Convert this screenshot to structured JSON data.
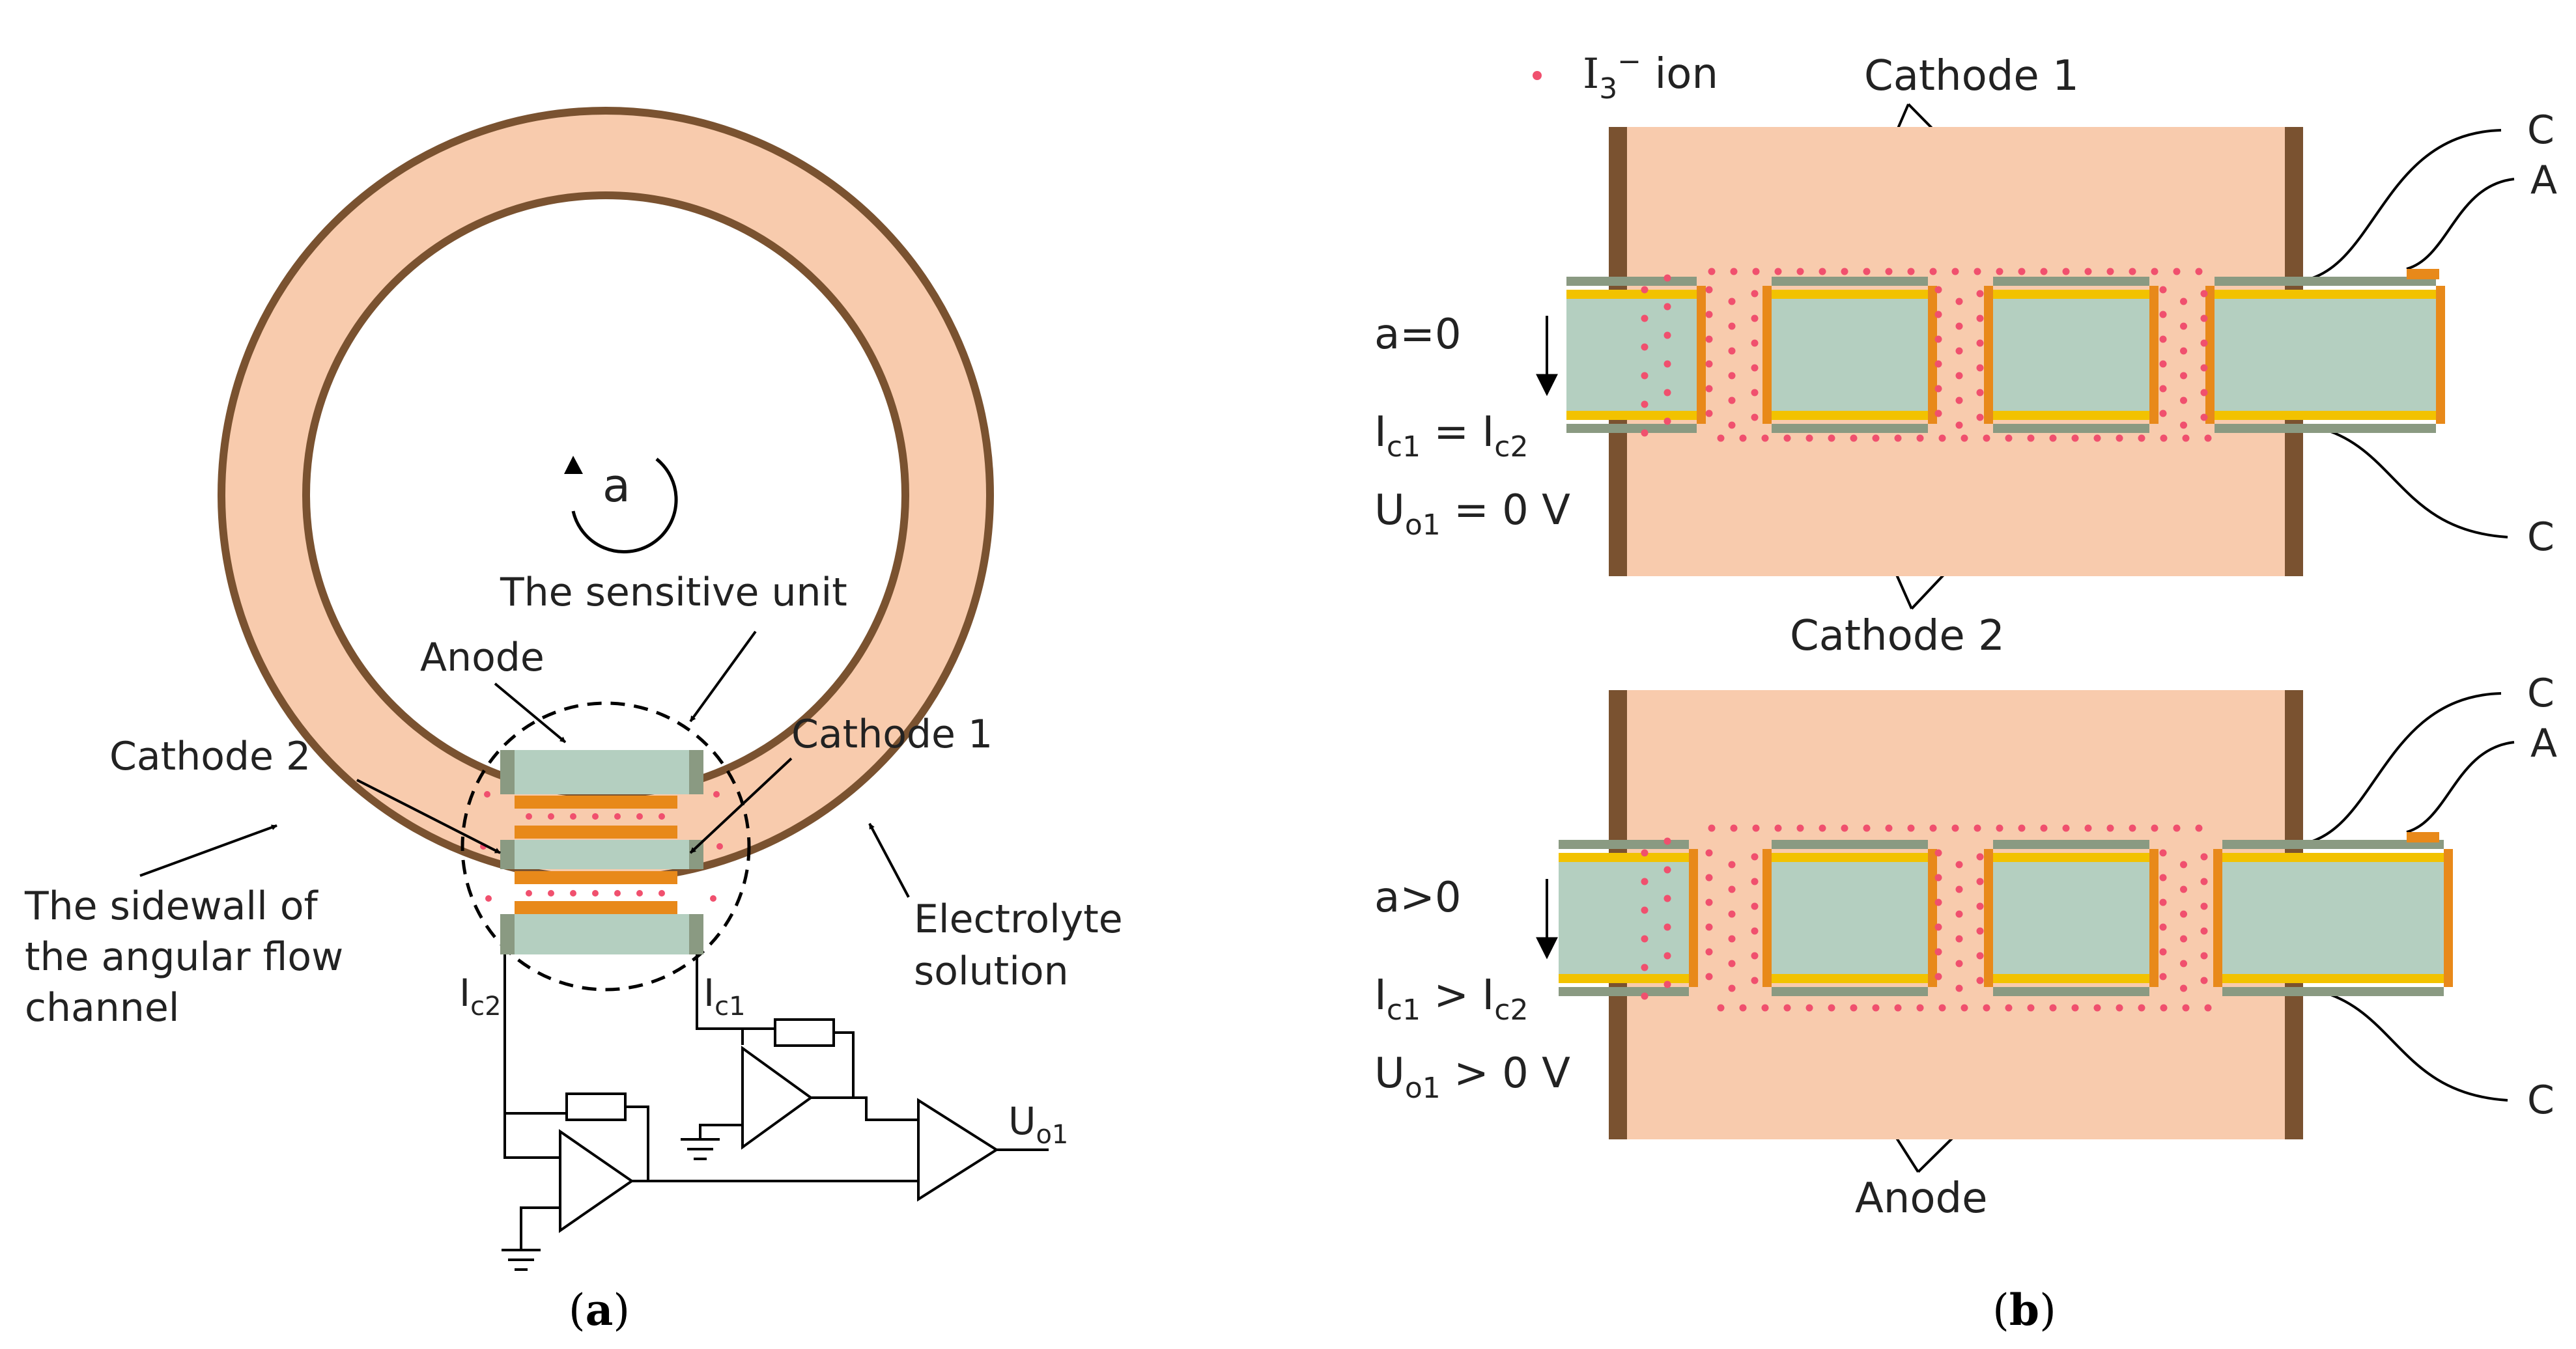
{
  "panel_a": {
    "caption_letter": "a",
    "rotation_label": "a",
    "sensitive_unit": "The sensitive unit",
    "anode": "Anode",
    "cathode1": "Cathode 1",
    "cathode2": "Cathode 2",
    "sidewall_line1": "The sidewall of",
    "sidewall_line2": "the angular flow",
    "sidewall_line3": "channel",
    "electrolyte_line1": "Electrolyte",
    "electrolyte_line2": "solution",
    "ic1": {
      "main": "I",
      "sub": "c1"
    },
    "ic2": {
      "main": "I",
      "sub": "c2"
    },
    "uo1": {
      "main": "U",
      "sub": "o1"
    }
  },
  "panel_b": {
    "caption_letter": "b",
    "legend": {
      "main": "I",
      "sub": "3",
      "sup": "−",
      "rest": " ion"
    },
    "cathode1": "Cathode 1",
    "cathode2": "Cathode 2",
    "anode": "Anode",
    "terminal_c": "C",
    "terminal_a": "A",
    "top_state": {
      "accel": "a=0",
      "current_rel": "=",
      "voltage": "= 0 V"
    },
    "bottom_state": {
      "accel": "a>0",
      "current_rel": ">",
      "voltage": "> 0 V"
    },
    "current_symbol": {
      "main": "I",
      "sub1": "c1",
      "sub2": "c2"
    },
    "voltage_symbol": {
      "main": "U",
      "sub": "o1"
    }
  },
  "colors": {
    "electrolyte": "#F8CBAD",
    "sidewall": "#7A5230",
    "electrode_body": "#B4CFC0",
    "electrode_cap": "#8A9A82",
    "anode_gold": "#F2C200",
    "cathode_orange": "#E8891A",
    "ion_dot": "#F0506E"
  }
}
